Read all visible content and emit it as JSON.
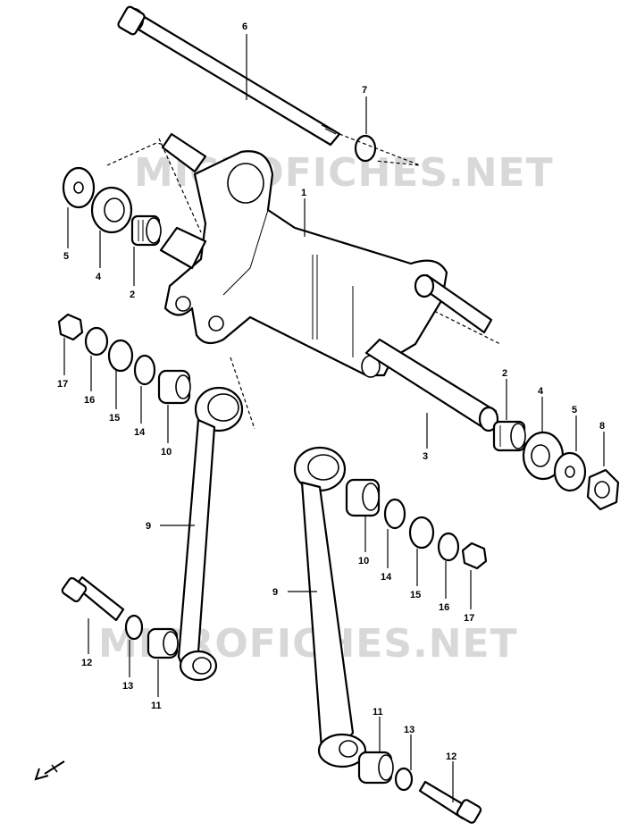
{
  "watermark": "MICROFICHES.NET",
  "callouts": {
    "c1": "1",
    "c2a": "2",
    "c2b": "2",
    "c3": "3",
    "c4a": "4",
    "c4b": "4",
    "c5a": "5",
    "c5b": "5",
    "c6": "6",
    "c7": "7",
    "c8": "8",
    "c9a": "9",
    "c9b": "9",
    "c10a": "10",
    "c10b": "10",
    "c11a": "11",
    "c11b": "11",
    "c12a": "12",
    "c12b": "12",
    "c13a": "13",
    "c13b": "13",
    "c14a": "14",
    "c14b": "14",
    "c15a": "15",
    "c15b": "15",
    "c16a": "16",
    "c16b": "16",
    "c17a": "17",
    "c17b": "17"
  },
  "icons": {
    "front": "front-arrow-icon"
  }
}
